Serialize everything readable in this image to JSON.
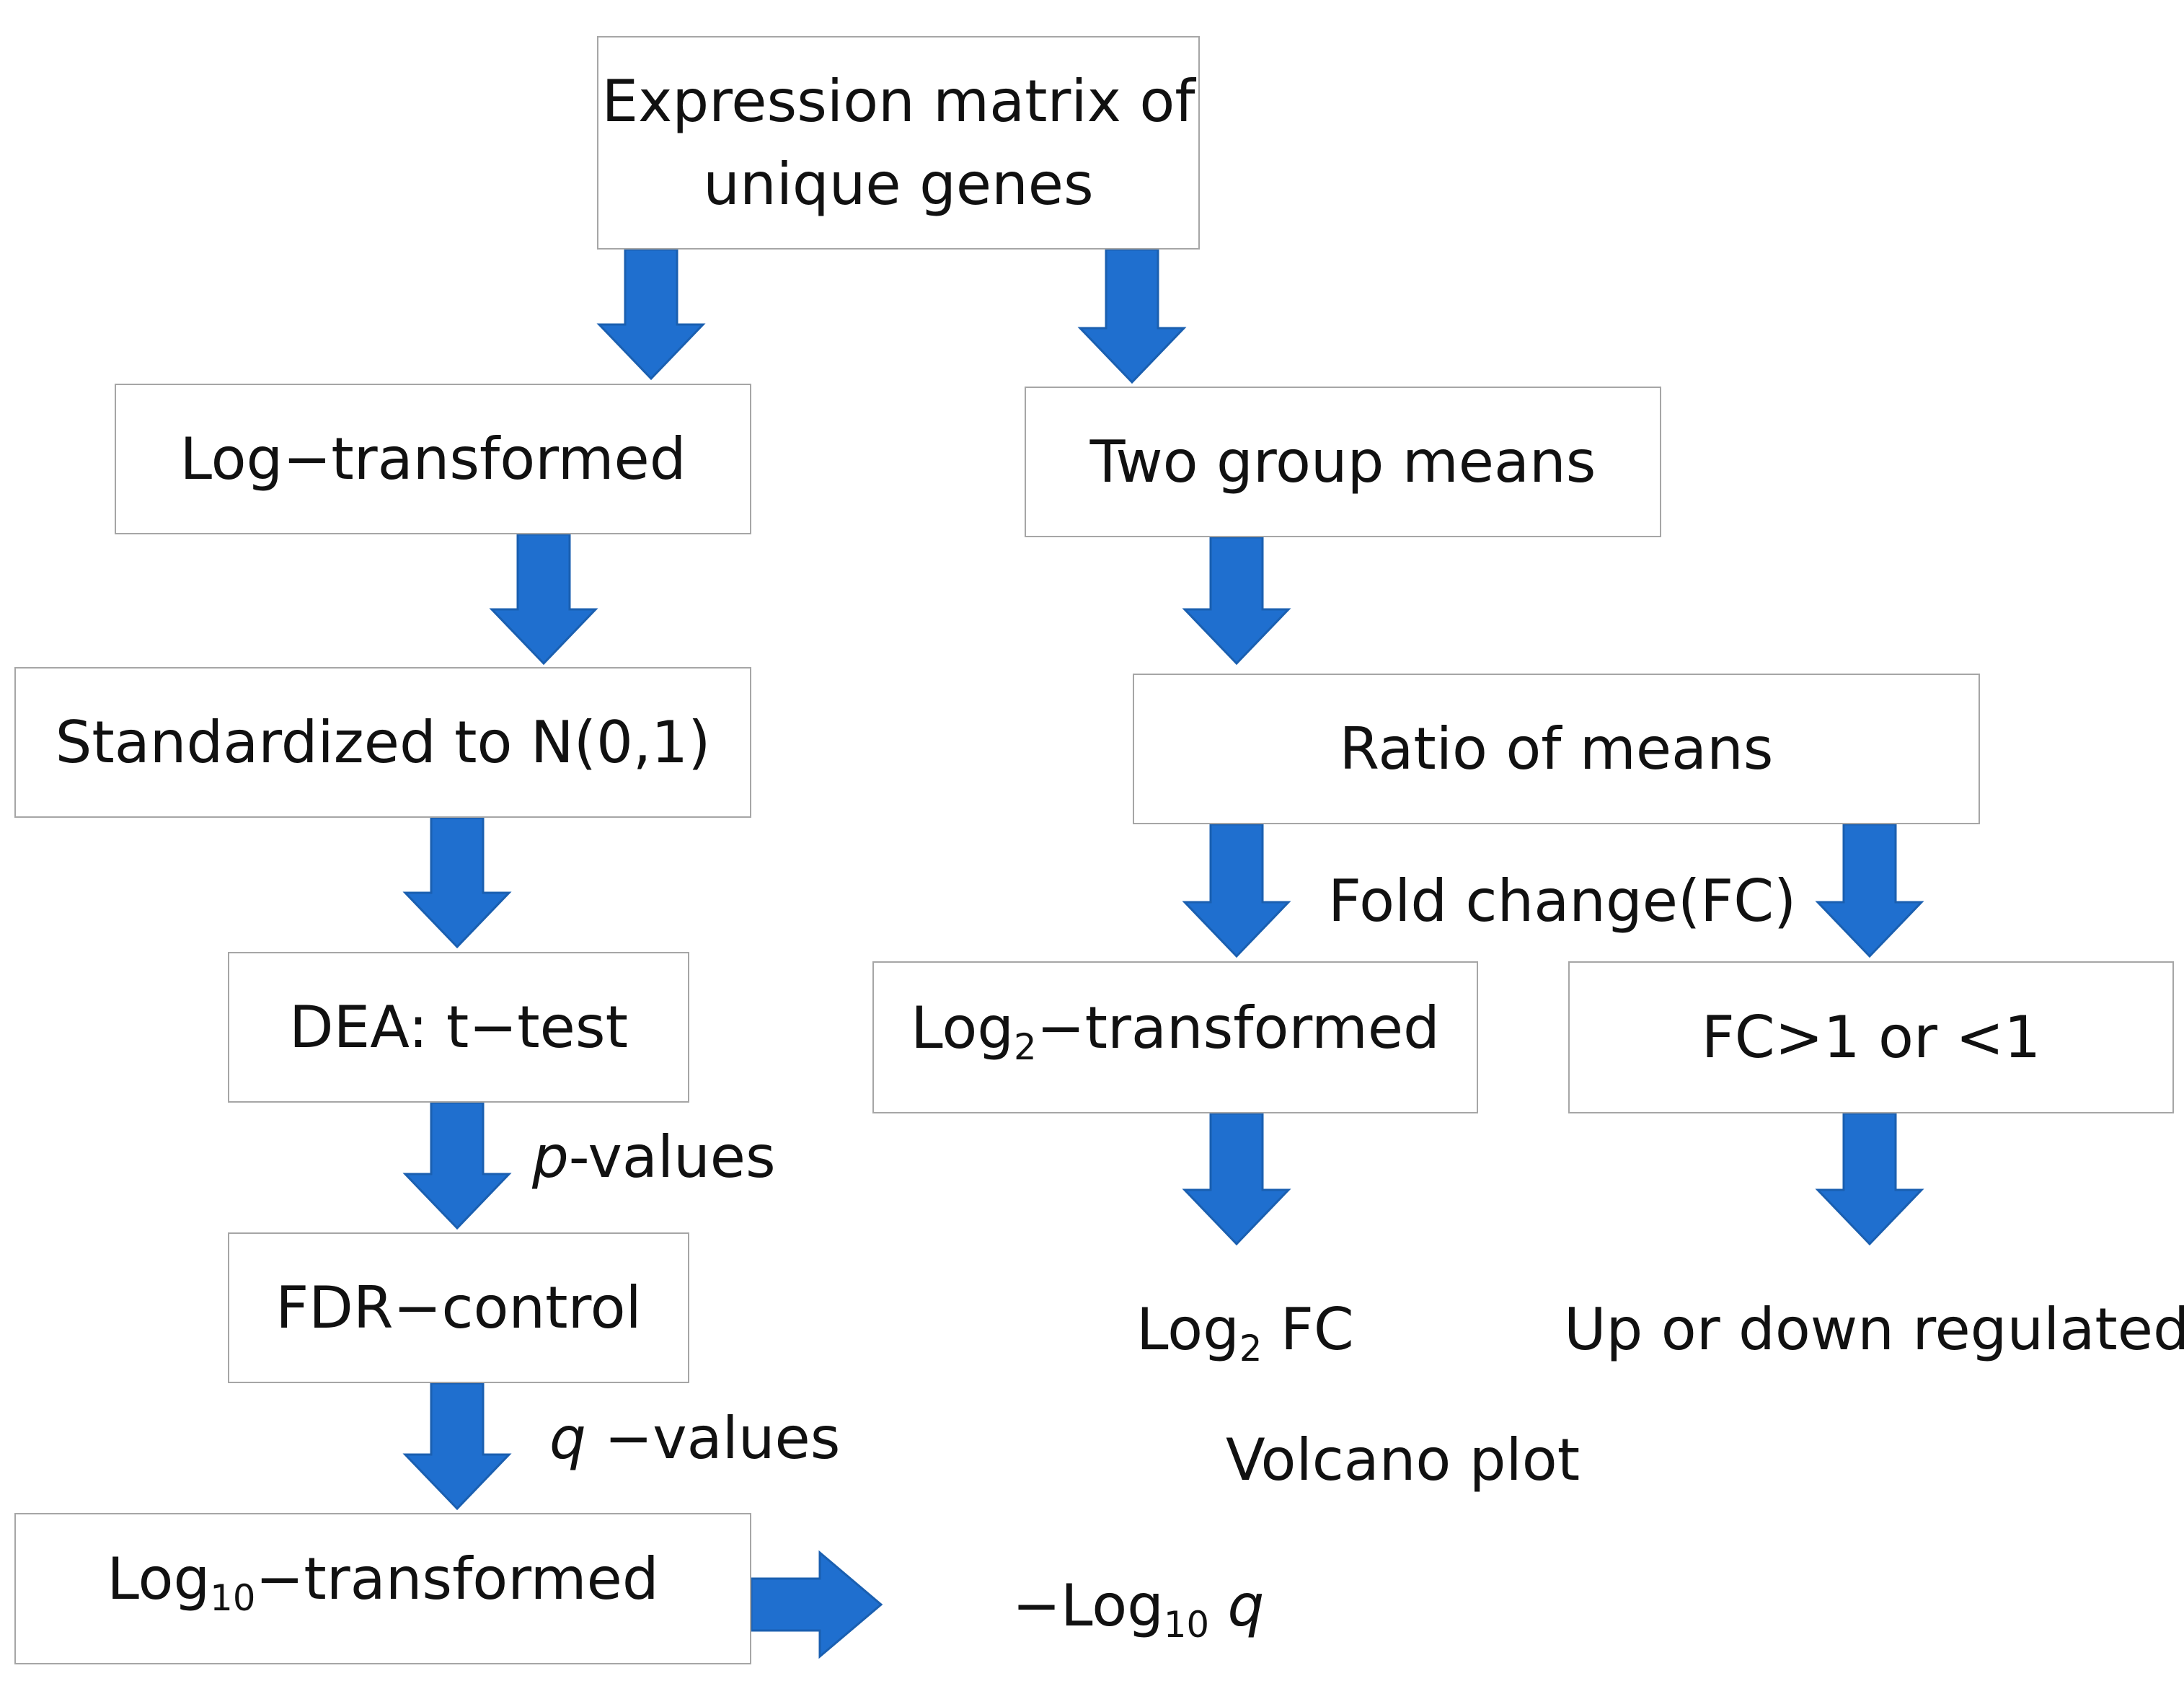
{
  "boxes": {
    "expression_line1": "Expression matrix of",
    "expression_line2": "unique genes",
    "log_transformed": "Log−transformed",
    "two_group_means": "Two group means",
    "standardized": "Standardized to N(0,1)",
    "ratio_of_means": "Ratio of means",
    "dea": "DEA: t−test",
    "log2_prefix": "Log",
    "log2_sub": "2",
    "log2_suffix": "−transformed",
    "fc_compare": "FC>1 or <1",
    "fdr": "FDR−control",
    "log10_prefix": "Log",
    "log10_sub": "10",
    "log10_suffix": "−transformed"
  },
  "labels": {
    "p_italic": "p",
    "p_rest": "-values",
    "q_italic": "q",
    "q_rest": " −values",
    "fold_change": "Fold change(FC)",
    "log2fc_prefix": "Log",
    "log2fc_sub": "2",
    "log2fc_suffix": " FC",
    "up_down": "Up or down regulated",
    "volcano": "Volcano plot",
    "neglog_prefix": "−Log",
    "neglog_sub": "10",
    "neglog_q": "q"
  },
  "colors": {
    "arrow_fill": "#1f6fcf",
    "arrow_stroke": "#1a5fb0",
    "box_border": "#a6a6a6",
    "text": "#111111"
  }
}
